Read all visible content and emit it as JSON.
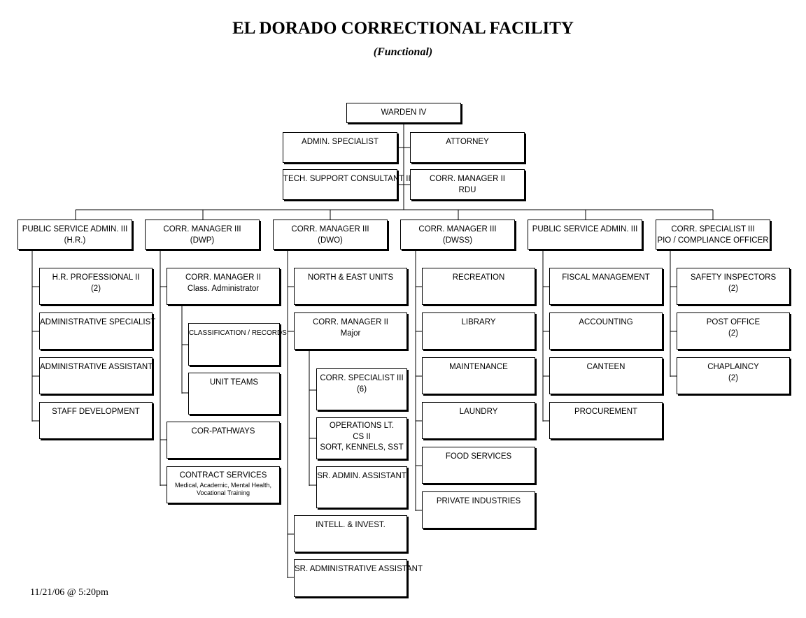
{
  "header": {
    "title": "EL DORADO CORRECTIONAL FACILITY",
    "subtitle": "(Functional)"
  },
  "footer": {
    "timestamp": "11/21/06 @ 5:20pm"
  },
  "nodes": {
    "warden": {
      "line1": "WARDEN IV"
    },
    "admin_specialist": {
      "line1": "ADMIN. SPECIALIST"
    },
    "attorney": {
      "line1": "ATTORNEY"
    },
    "tech_support": {
      "line1": "TECH. SUPPORT CONSULTANT III"
    },
    "corr_manager_rdu": {
      "line1": "CORR. MANAGER II",
      "line2": "RDU"
    },
    "psa_hr": {
      "line1": "PUBLIC SERVICE ADMIN. III",
      "line2": "(H.R.)"
    },
    "cm_dwp": {
      "line1": "CORR. MANAGER III",
      "line2": "(DWP)"
    },
    "cm_dwo": {
      "line1": "CORR. MANAGER III",
      "line2": "(DWO)"
    },
    "cm_dwss": {
      "line1": "CORR. MANAGER III",
      "line2": "(DWSS)"
    },
    "psa_fiscal": {
      "line1": "PUBLIC SERVICE ADMIN. III"
    },
    "cs_pio": {
      "line1": "CORR. SPECIALIST III",
      "line2": "PIO / COMPLIANCE OFFICER"
    },
    "hr_professional": {
      "line1": "H.R. PROFESSIONAL II",
      "line2": "(2)"
    },
    "administrative_specialist": {
      "line1": "ADMINISTRATIVE SPECIALIST"
    },
    "administrative_assistant": {
      "line1": "ADMINISTRATIVE ASSISTANT"
    },
    "staff_development": {
      "line1": "STAFF DEVELOPMENT"
    },
    "cm_class_admin": {
      "line1": "CORR. MANAGER II",
      "line2": "Class. Administrator"
    },
    "classification_records": {
      "line1": "CLASSIFICATION / RECORDS"
    },
    "unit_teams": {
      "line1": "UNIT TEAMS"
    },
    "cor_pathways": {
      "line1": "COR-PATHWAYS"
    },
    "contract_services": {
      "line1": "CONTRACT SERVICES",
      "line2": "Medical, Academic, Mental Health,",
      "line3": "Vocational Training"
    },
    "north_east_units": {
      "line1": "NORTH & EAST UNITS"
    },
    "cm_major": {
      "line1": "CORR. MANAGER II",
      "line2": "Major"
    },
    "corr_specialist_6": {
      "line1": "CORR. SPECIALIST III",
      "line2": "(6)"
    },
    "operations_lt": {
      "line1": "OPERATIONS LT.",
      "line2": "CS II",
      "line3": "SORT, KENNELS, SST"
    },
    "sr_admin_assistant": {
      "line1": "SR. ADMIN. ASSISTANT"
    },
    "intell_invest": {
      "line1": "INTELL. & INVEST."
    },
    "sr_administrative_assistant": {
      "line1": "SR. ADMINISTRATIVE ASSISTANT"
    },
    "recreation": {
      "line1": "RECREATION"
    },
    "library": {
      "line1": "LIBRARY"
    },
    "maintenance": {
      "line1": "MAINTENANCE"
    },
    "laundry": {
      "line1": "LAUNDRY"
    },
    "food_services": {
      "line1": "FOOD SERVICES"
    },
    "private_industries": {
      "line1": "PRIVATE INDUSTRIES"
    },
    "fiscal_management": {
      "line1": "FISCAL MANAGEMENT"
    },
    "accounting": {
      "line1": "ACCOUNTING"
    },
    "canteen": {
      "line1": "CANTEEN"
    },
    "procurement": {
      "line1": "PROCUREMENT"
    },
    "safety_inspectors": {
      "line1": "SAFETY INSPECTORS",
      "line2": "(2)"
    },
    "post_office": {
      "line1": "POST OFFICE",
      "line2": "(2)"
    },
    "chaplaincy": {
      "line1": "CHAPLAINCY",
      "line2": "(2)"
    }
  }
}
